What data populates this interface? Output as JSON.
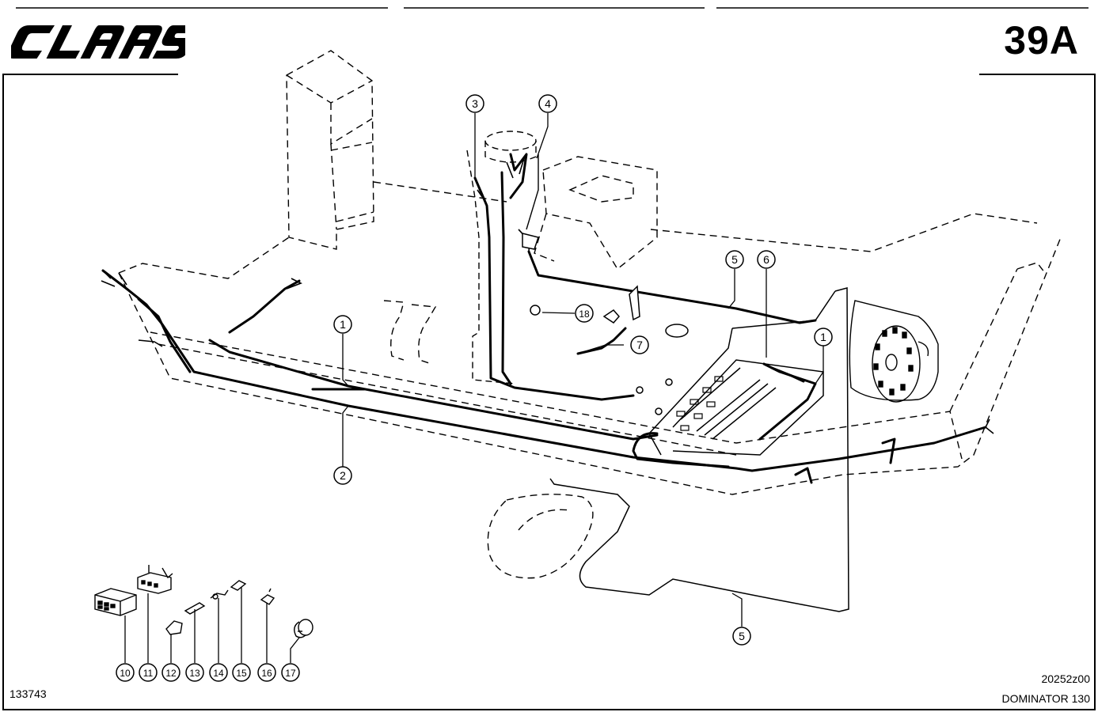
{
  "header": {
    "brand": "CLAAS",
    "page_code": "39A"
  },
  "callouts": [
    {
      "id": "c1a",
      "label": "1"
    },
    {
      "id": "c1b",
      "label": "1"
    },
    {
      "id": "c2",
      "label": "2"
    },
    {
      "id": "c3",
      "label": "3"
    },
    {
      "id": "c4",
      "label": "4"
    },
    {
      "id": "c5a",
      "label": "5"
    },
    {
      "id": "c5b",
      "label": "5"
    },
    {
      "id": "c6",
      "label": "6"
    },
    {
      "id": "c7",
      "label": "7"
    },
    {
      "id": "c18",
      "label": "18"
    }
  ],
  "parts_row": [
    "10",
    "11",
    "12",
    "13",
    "14",
    "15",
    "16",
    "17"
  ],
  "footer": {
    "doc_number": "133743",
    "drawing_code": "20252z00",
    "model": "DOMINATOR 130"
  }
}
